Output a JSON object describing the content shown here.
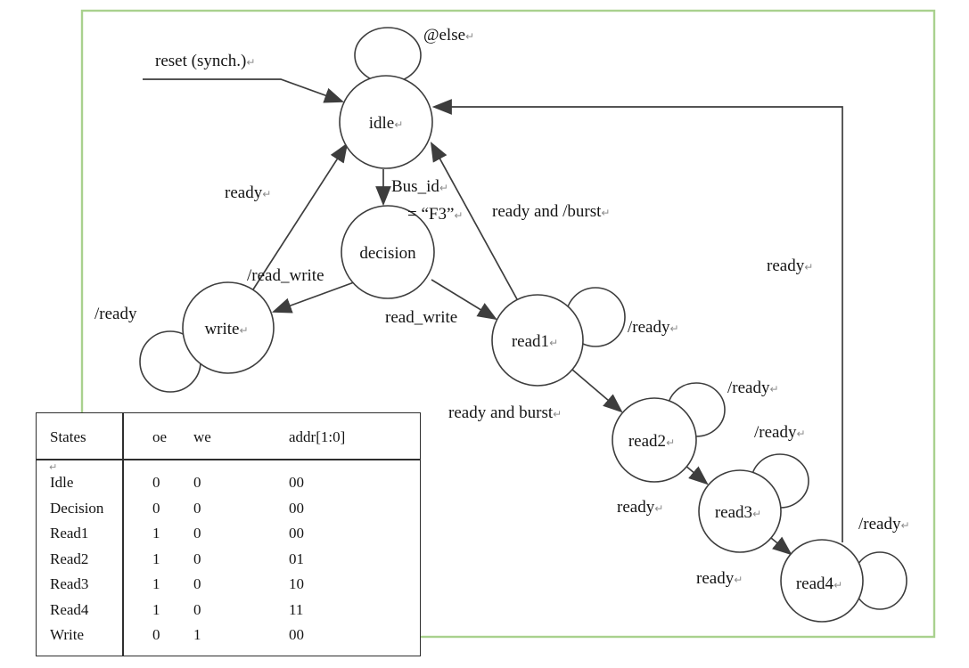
{
  "page": {
    "background": "#ffffff",
    "frame_color": "#a9d18e",
    "line_color": "#3d3d3d",
    "text_color": "#141414",
    "pilcrow_color": "#8c8c8c"
  },
  "glyphs": {
    "pilcrow": "↵"
  },
  "diagram": {
    "states": {
      "idle": "idle",
      "decision": "decision",
      "write": "write",
      "read1": "read1",
      "read2": "read2",
      "read3": "read3",
      "read4": "read4"
    },
    "labels": {
      "reset": "reset (synch.)",
      "else_self": "@else",
      "bus_id_line1": "Bus_id",
      "bus_id_line2": "= “F3”",
      "ready_write_to_idle": "ready",
      "ready_and_not_burst": "ready and /burst",
      "not_read_write": "/read_write",
      "read_write": "read_write",
      "not_ready_write_self": "/ready",
      "not_ready_read1_self": "/ready",
      "ready_and_burst": "ready and burst",
      "not_ready_read2_self": "/ready",
      "ready_read2_to_read3": "ready",
      "not_ready_read3_self": "/ready",
      "ready_read3_to_read4": "ready",
      "not_ready_read4_self": "/ready",
      "ready_read4_to_idle": "ready"
    }
  },
  "table": {
    "headers": [
      "States",
      "oe",
      "we",
      "addr[1:0]"
    ],
    "rows": [
      {
        "state": "Idle",
        "oe": "0",
        "we": "0",
        "addr": "00"
      },
      {
        "state": "Decision",
        "oe": "0",
        "we": "0",
        "addr": "00"
      },
      {
        "state": "Read1",
        "oe": "1",
        "we": "0",
        "addr": "00"
      },
      {
        "state": "Read2",
        "oe": "1",
        "we": "0",
        "addr": "01"
      },
      {
        "state": "Read3",
        "oe": "1",
        "we": "0",
        "addr": "10"
      },
      {
        "state": "Read4",
        "oe": "1",
        "we": "0",
        "addr": "11"
      },
      {
        "state": "Write",
        "oe": "0",
        "we": "1",
        "addr": "00"
      }
    ]
  }
}
